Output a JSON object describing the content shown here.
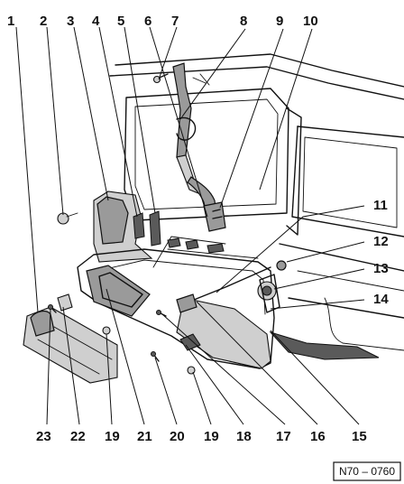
{
  "figure": {
    "reference_code": "N70 – 0760",
    "callouts_top": [
      "1",
      "2",
      "3",
      "4",
      "5",
      "6",
      "7",
      "8",
      "9",
      "10"
    ],
    "callouts_right": [
      "11",
      "12",
      "13",
      "14"
    ],
    "callouts_bottom": [
      "23",
      "22",
      "19",
      "21",
      "20",
      "19",
      "18",
      "17",
      "16",
      "15"
    ]
  },
  "colors": {
    "line": "#111111",
    "shade": "#9a9a9a",
    "shade_dark": "#5a5a5a",
    "background": "#ffffff"
  },
  "icons": [
    "bolt-icon",
    "clip-icon",
    "seat-belt-icon",
    "trim-panel-icon",
    "speaker-icon"
  ]
}
